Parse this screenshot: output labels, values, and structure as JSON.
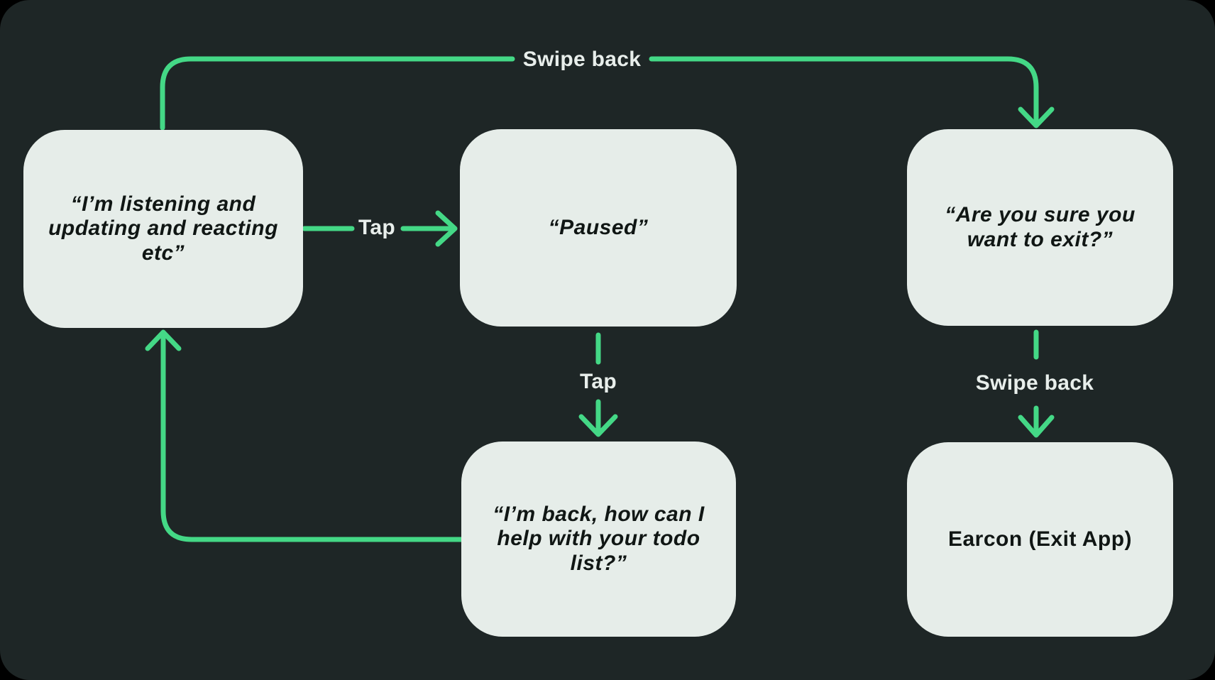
{
  "colors": {
    "background": "#1E2626",
    "node_fill": "#E6EDE9",
    "arrow_green": "#44D886",
    "node_text": "#101614",
    "label_text": "#E8EEEB"
  },
  "nodes": {
    "listening": {
      "text": "“I’m listening and\nupdating and reacting\netc”"
    },
    "paused": {
      "text": "“Paused”"
    },
    "exit_confirm": {
      "text": "“Are you sure you\nwant to exit?”"
    },
    "back_again": {
      "text": "“I’m back, how can I\nhelp with your todo\nlist?”"
    },
    "earcon": {
      "text": "Earcon (Exit App)"
    }
  },
  "edges": {
    "swipe_back_top": {
      "label": "Swipe back",
      "from": "listening",
      "to": "exit_confirm"
    },
    "tap_horizontal": {
      "label": "Tap",
      "from": "listening",
      "to": "paused"
    },
    "tap_vertical": {
      "label": "Tap",
      "from": "paused",
      "to": "back_again"
    },
    "swipe_back_right": {
      "label": "Swipe back",
      "from": "exit_confirm",
      "to": "earcon"
    },
    "loop_back": {
      "label": "",
      "from": "back_again",
      "to": "listening"
    }
  }
}
